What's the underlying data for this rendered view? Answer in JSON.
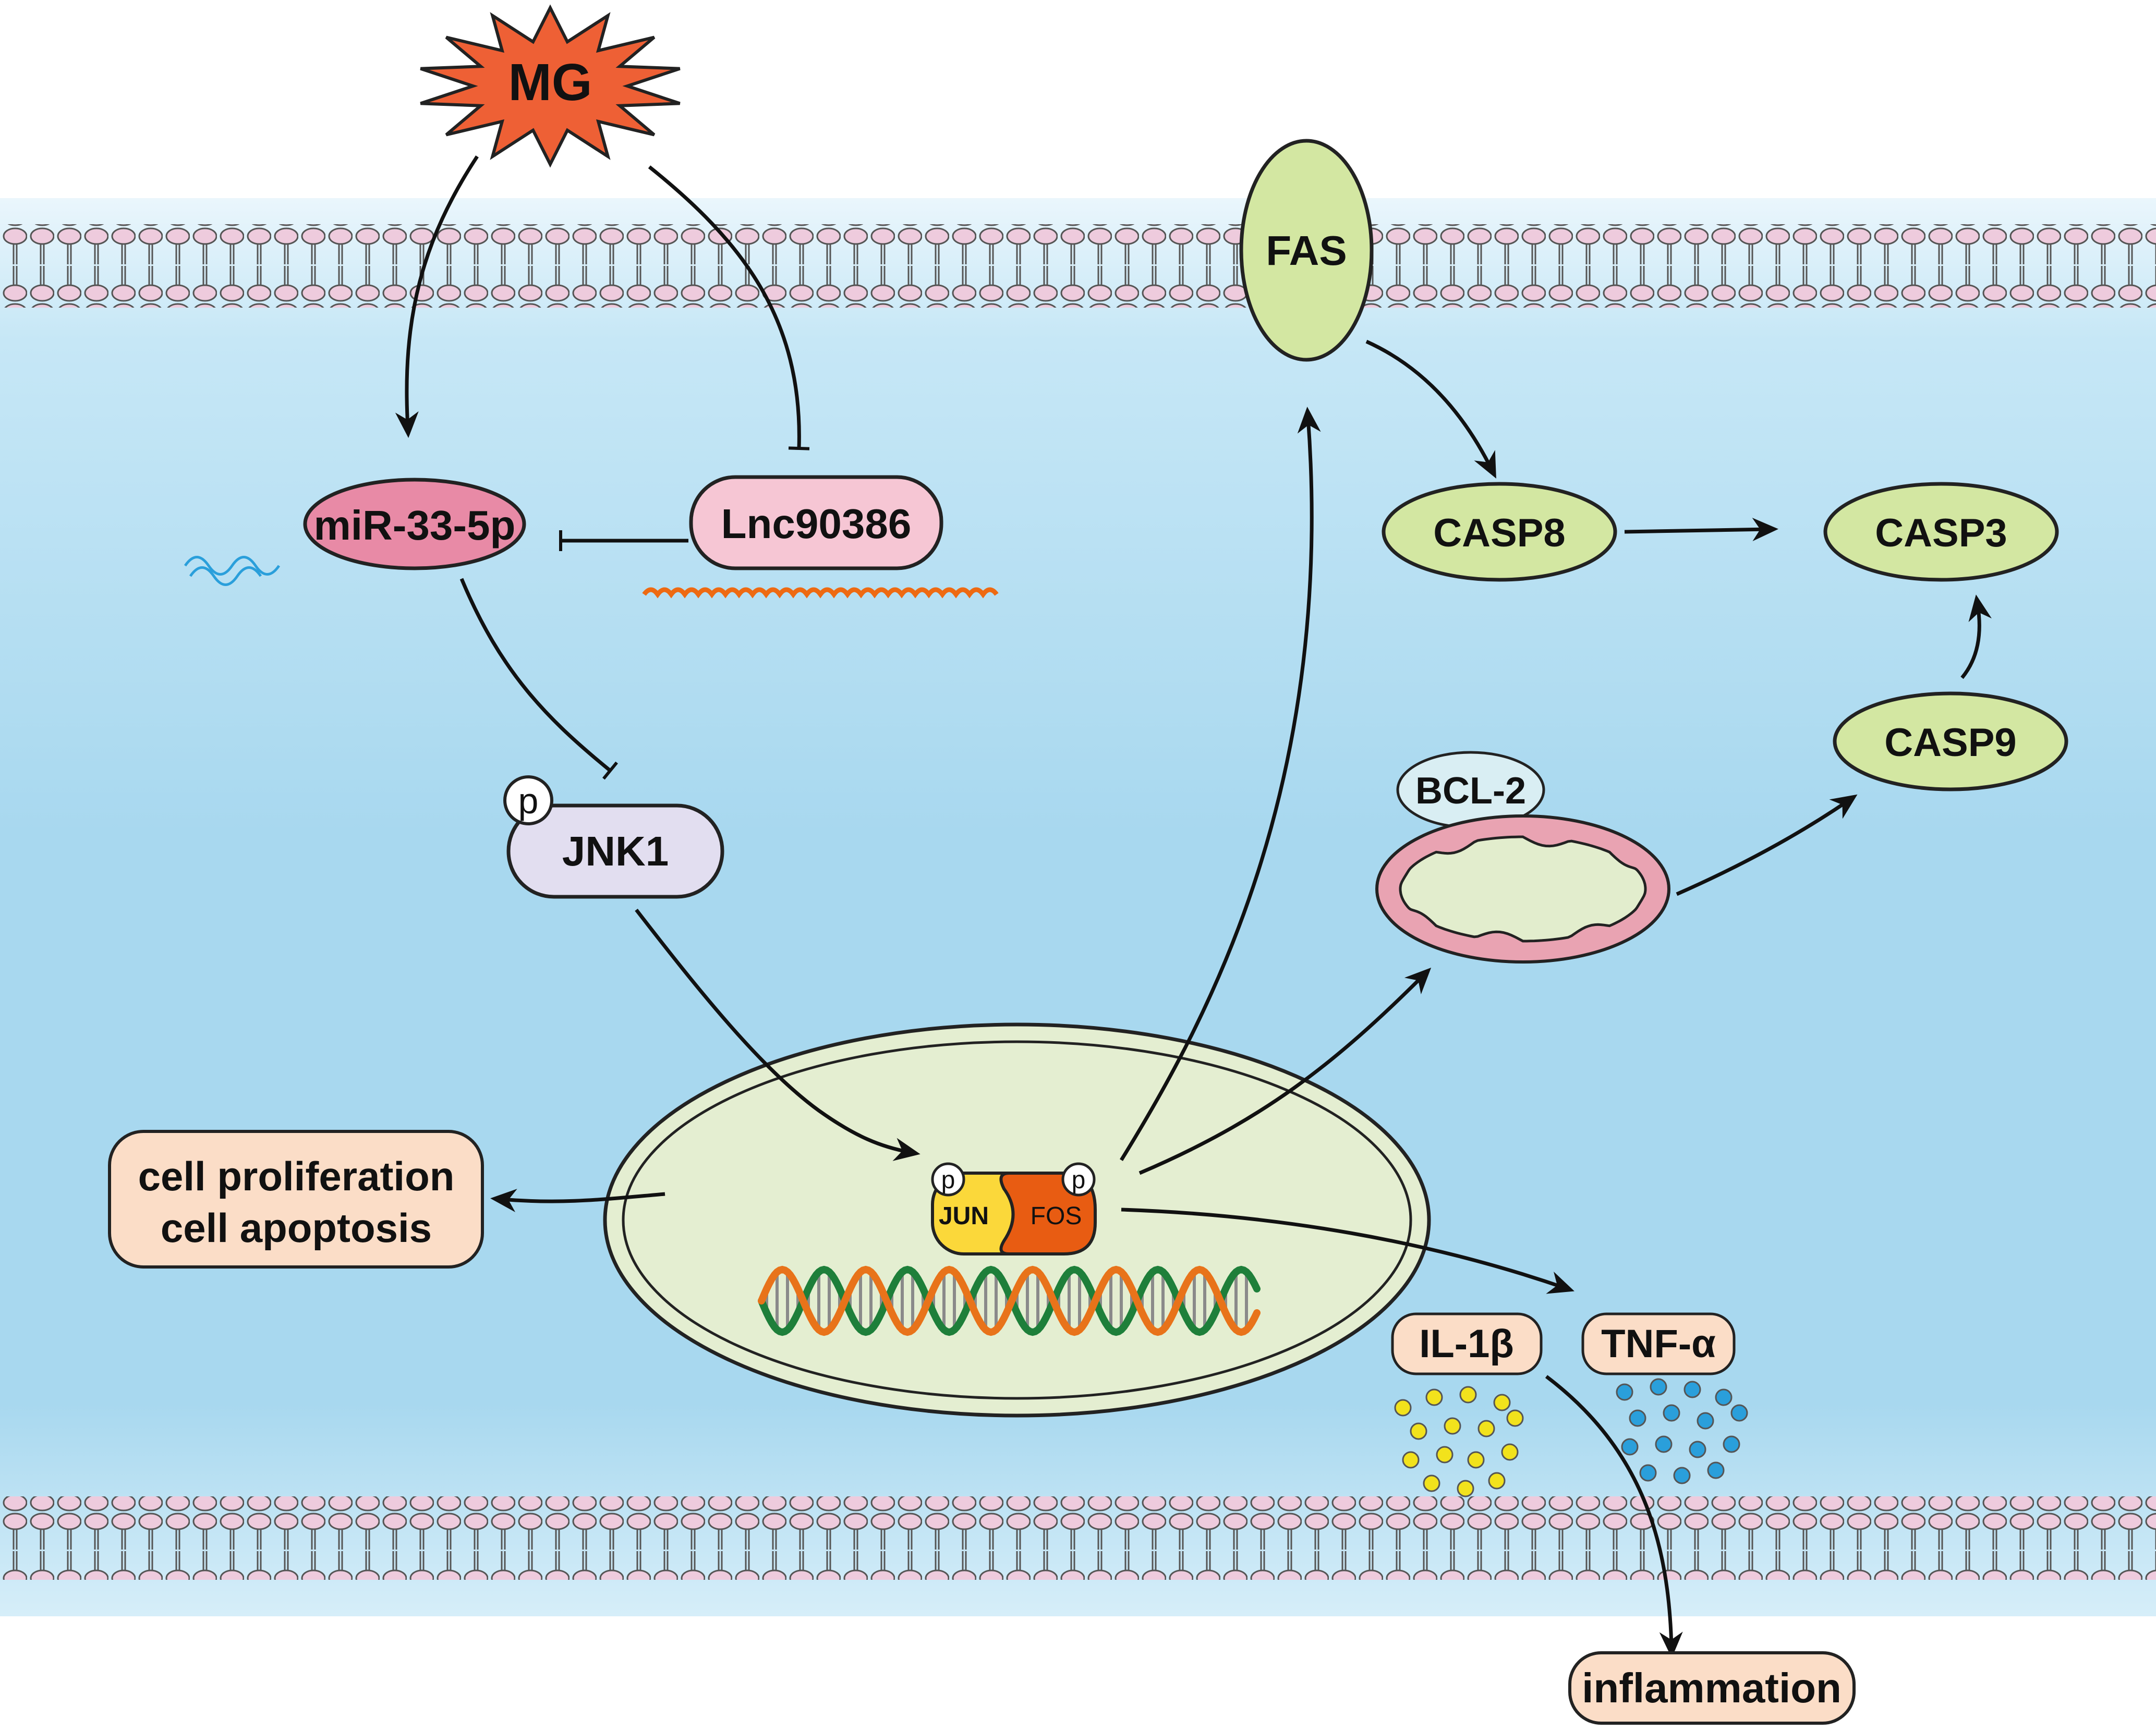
{
  "stimulus": {
    "label": "MG"
  },
  "nodes": {
    "mir": "miR-33-5p",
    "lnc": "Lnc90386",
    "jnk": "JNK1",
    "fas": "FAS",
    "casp8": "CASP8",
    "casp3": "CASP3",
    "casp9": "CASP9",
    "bcl2": "BCL-2",
    "jun": "JUN",
    "fos": "FOS",
    "il1b": "IL-1β",
    "tnfa": "TNF-α",
    "phospho": "p"
  },
  "outcomes": {
    "cell_fate_line1": "cell proliferation",
    "cell_fate_line2": "cell apoptosis",
    "inflammation": "inflammation"
  },
  "colors": {
    "stimulus": "#EE6035",
    "mir": "#E88AA6",
    "lnc": "#F6C6D4",
    "jnk": "#E2DEF0",
    "caspase": "#D3E7A2",
    "nucleus": "#E4EED1",
    "outcome": "#FBDDC7",
    "jun": "#FBD83A",
    "fos": "#E85C12",
    "membrane": "#EECBDD",
    "cytoplasm": "#A9D9F0",
    "yellow_dots": "#F2E21C",
    "blue_dots": "#2A9FDB"
  }
}
